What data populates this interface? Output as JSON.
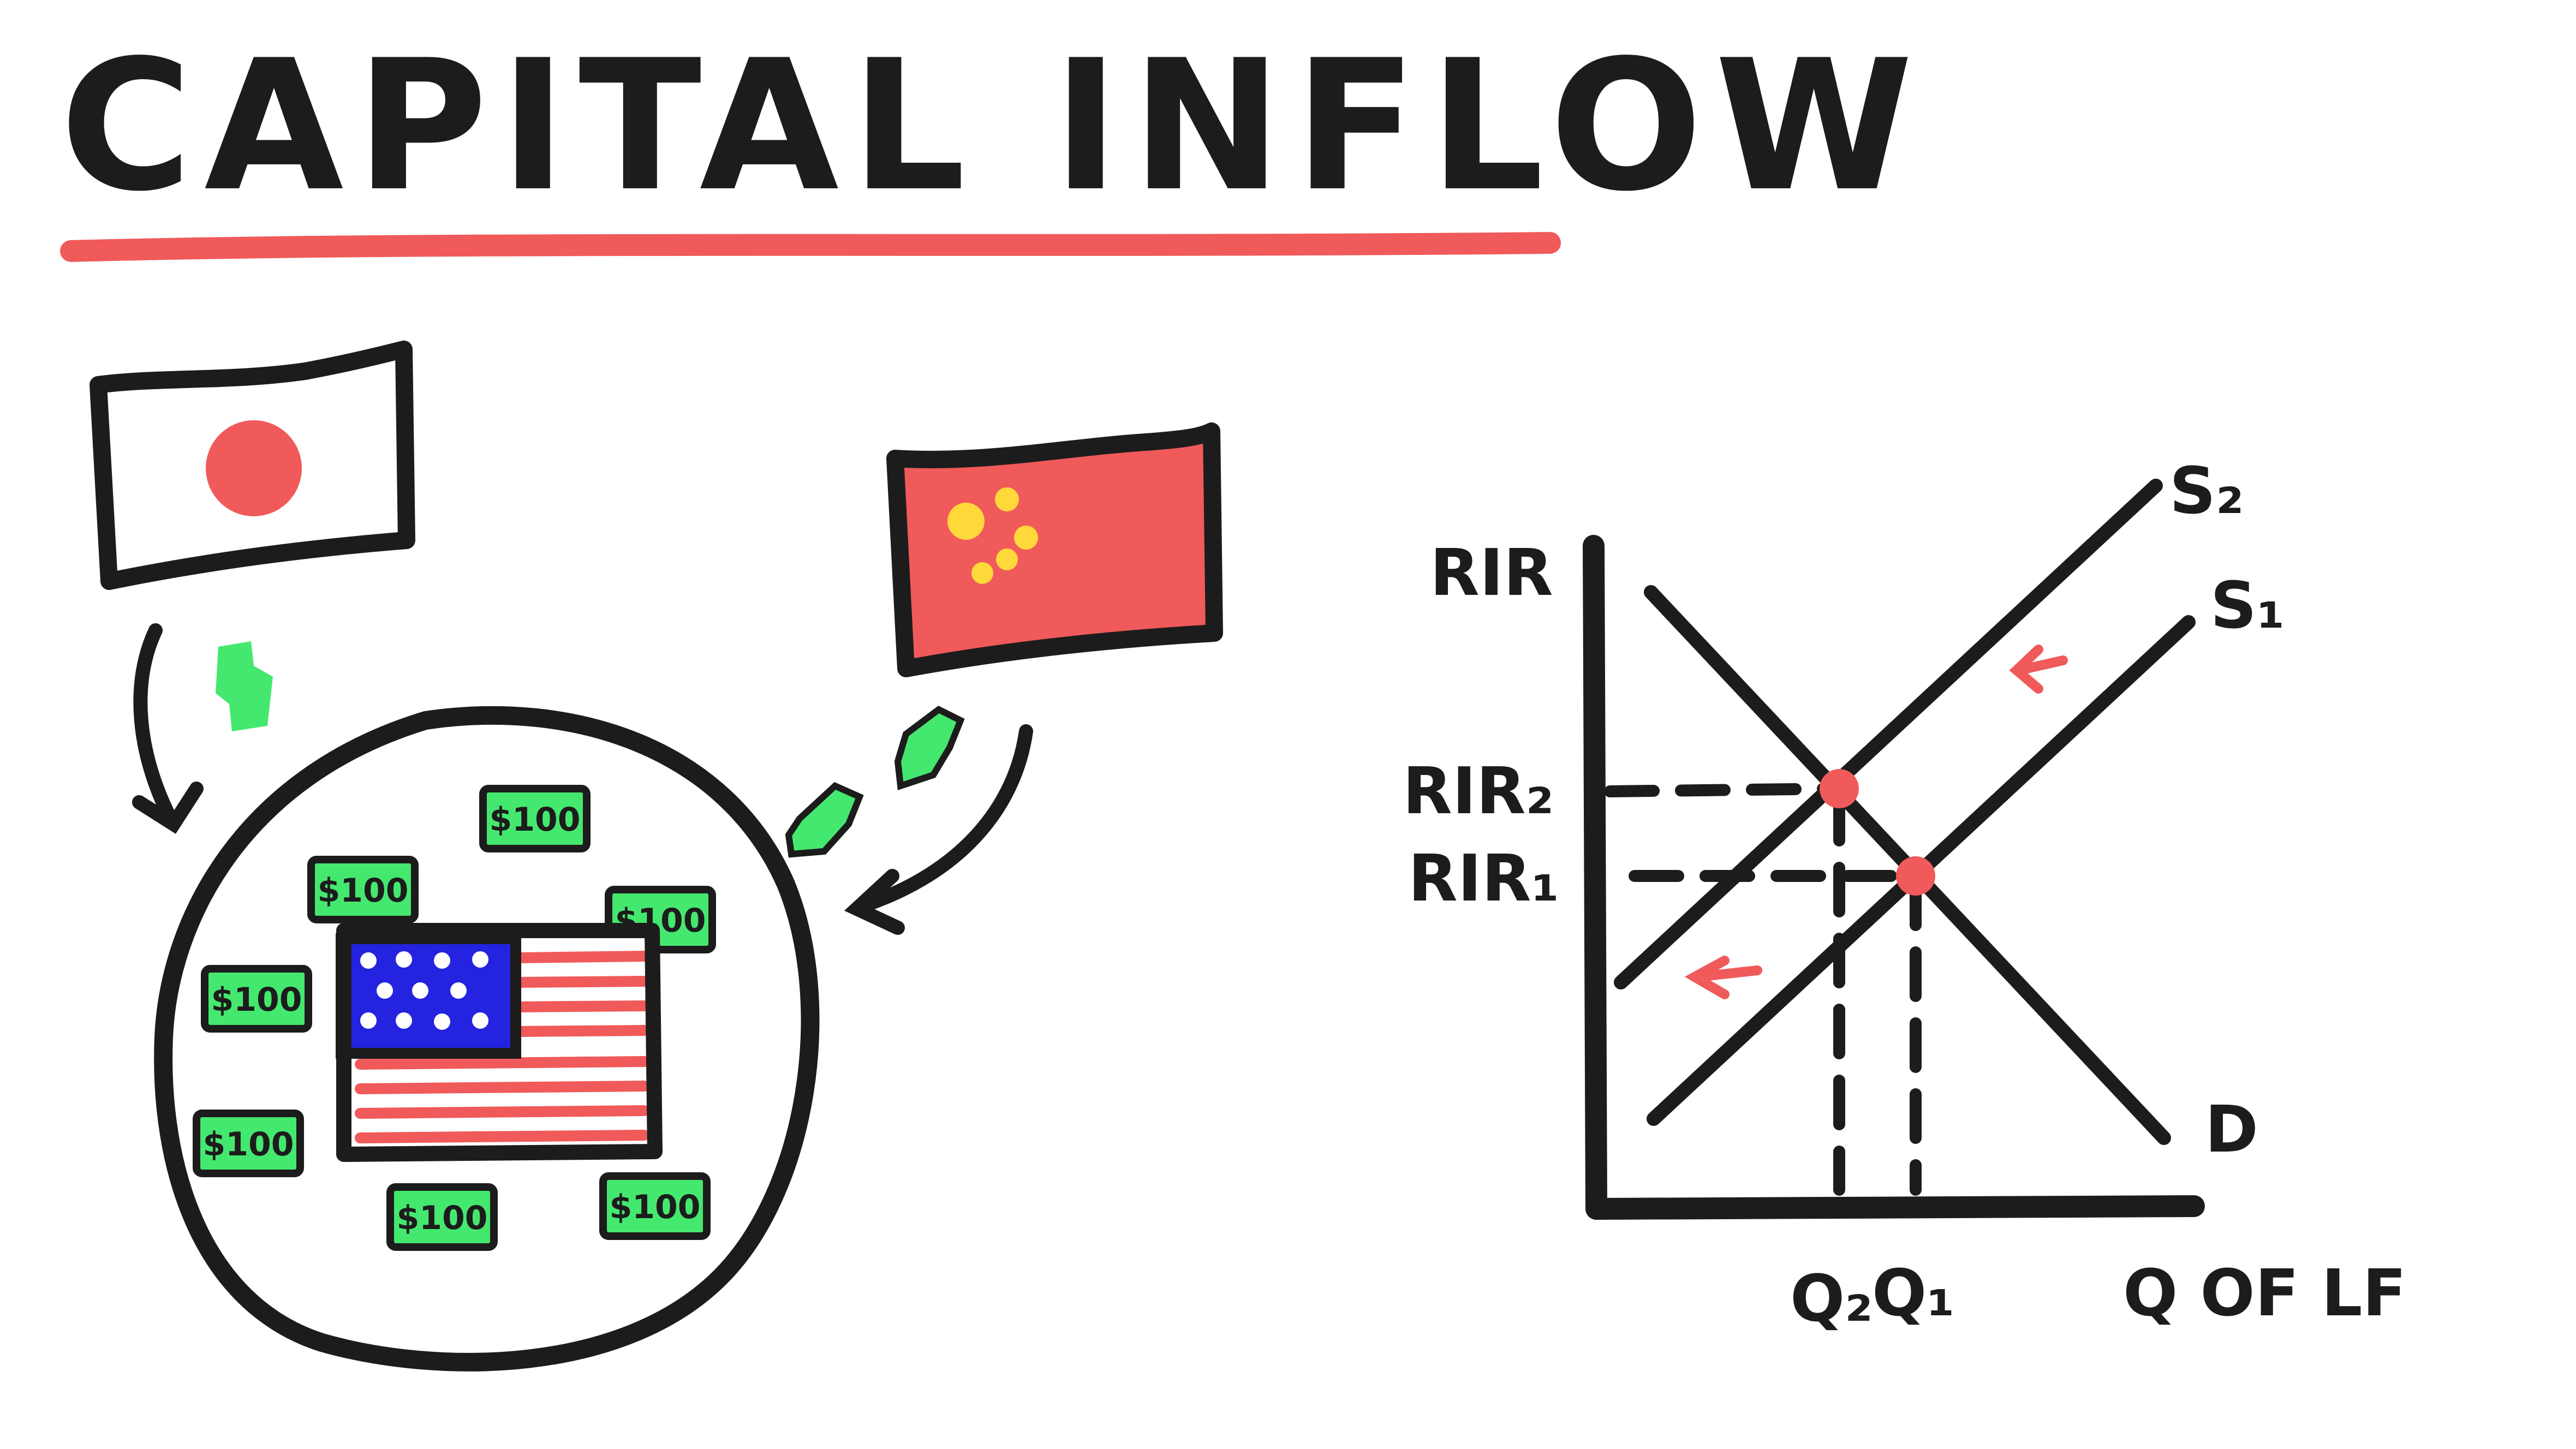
{
  "title": "CAPITAL INFLOW",
  "bill_label": "$100",
  "colors": {
    "accent_red": "#f05a5a",
    "ink": "#1c1c1c",
    "money_green": "#44e86e",
    "flag_blue": "#2323e0",
    "china_yellow": "#ffd83a"
  },
  "flags": [
    "japan",
    "china",
    "usa"
  ],
  "graph": {
    "y_axis_label": "RIR",
    "x_axis_label": "Q OF LF",
    "rir2_label": "RIR₂",
    "rir1_label": "RIR₁",
    "q2_label": "Q₂",
    "q1_label": "Q₁",
    "s2_label": "S₂",
    "s1_label": "S₁",
    "d_label": "D"
  }
}
